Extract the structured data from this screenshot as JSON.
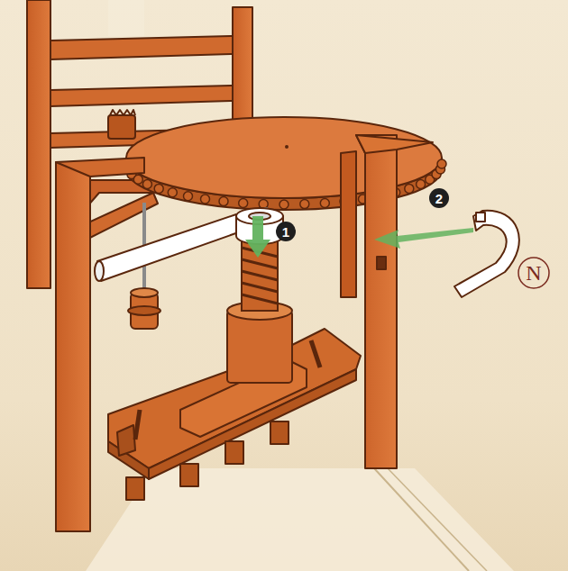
{
  "diagram": {
    "nodes": [
      {
        "text": [
          "1"
        ]
      },
      {
        "text": [
          "2"
        ]
      },
      {
        "text": [
          "N"
        ]
      }
    ]
  }
}
